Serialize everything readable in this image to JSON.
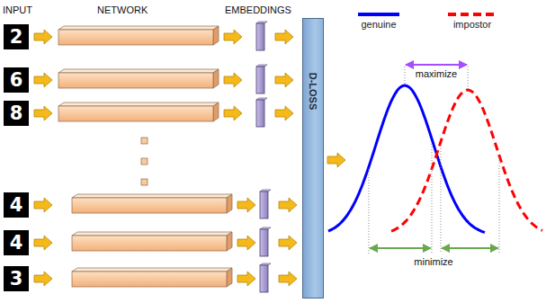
{
  "diagram": {
    "nodes": [
      {
        "text": [
          "D-LOSS"
        ]
      }
    ],
    "labels": [
      "INPUT",
      "NETWORK",
      "EMBEDDINGS",
      "2",
      "6",
      "8",
      "4",
      "4",
      "3",
      "maximize",
      "minimize"
    ],
    "legend": [
      {
        "text": "genuine"
      },
      {
        "text": "impostor"
      }
    ]
  }
}
